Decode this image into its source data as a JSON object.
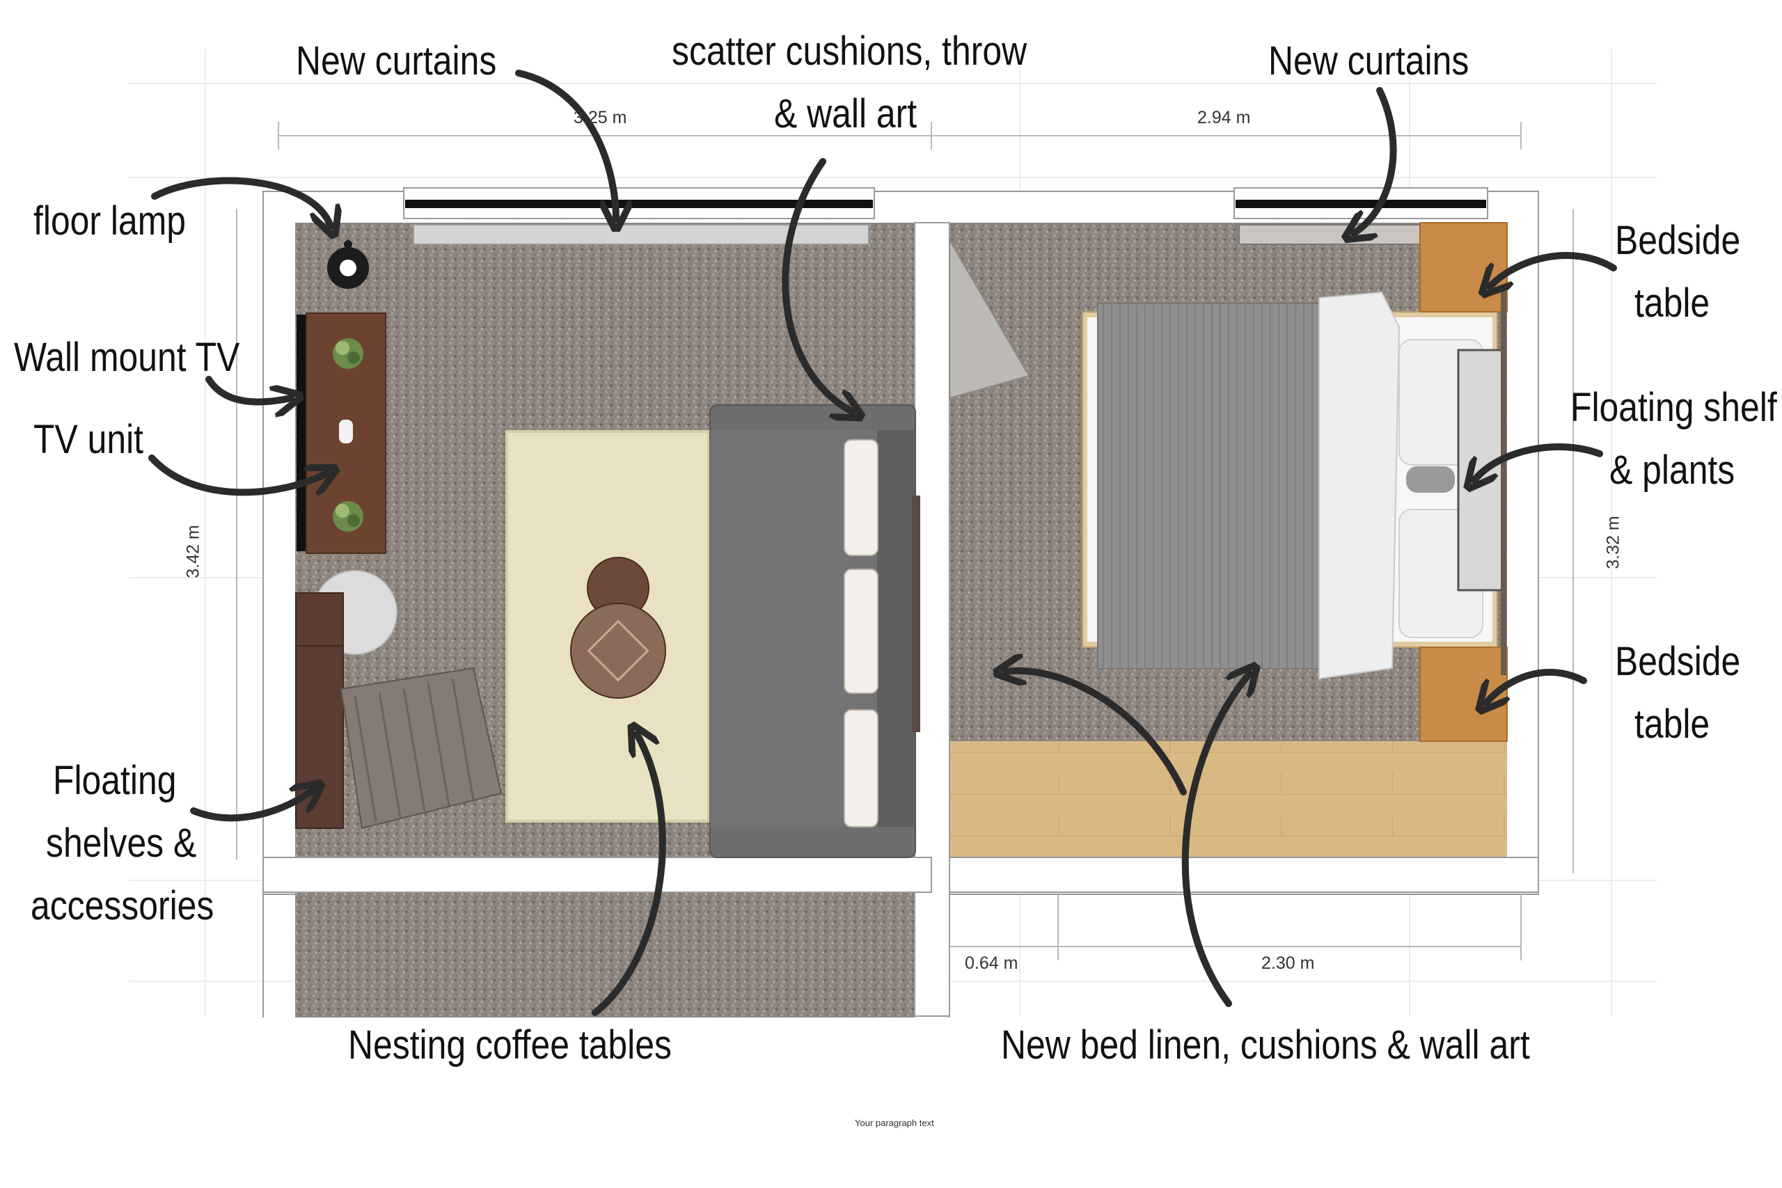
{
  "labels": {
    "floor_lamp": "floor lamp",
    "wall_mount_tv": "Wall mount TV",
    "tv_unit": "TV unit",
    "floating_shelves_1": "Floating",
    "floating_shelves_2": "shelves &",
    "floating_shelves_3": "accessories",
    "new_curtains_left": "New curtains",
    "scatter_1": "scatter cushions, throw",
    "scatter_2": "& wall art",
    "new_curtains_right": "New curtains",
    "bedside_top_1": "Bedside",
    "bedside_top_2": "table",
    "floating_shelf_1": "Floating shelf",
    "floating_shelf_2": "& plants",
    "bedside_bottom_1": "Bedside",
    "bedside_bottom_2": "table",
    "nesting_tables": "Nesting coffee tables",
    "bed_linen": "New bed linen, cushions & wall art"
  },
  "dimensions": {
    "living_width": "3.25 m",
    "bedroom_width": "2.94 m",
    "living_height": "3.42 m",
    "bedroom_height": "3.32 m",
    "door_width": "0.64 m",
    "wardrobe_width": "2.30 m"
  },
  "footer": {
    "placeholder_text": "Your paragraph text"
  },
  "colors": {
    "carpet": "#8f8780",
    "wall": "#ffffff",
    "sofa": "#6e6e6e",
    "rug": "#e9e2c2",
    "wood_floor": "#d4b582",
    "tv_unit": "#6b4330",
    "bed_throw": "#8a8a8a",
    "arrow": "#2b2b2b"
  },
  "icons": [
    "floor-lamp-icon",
    "plant-icon",
    "arrow-icon"
  ]
}
